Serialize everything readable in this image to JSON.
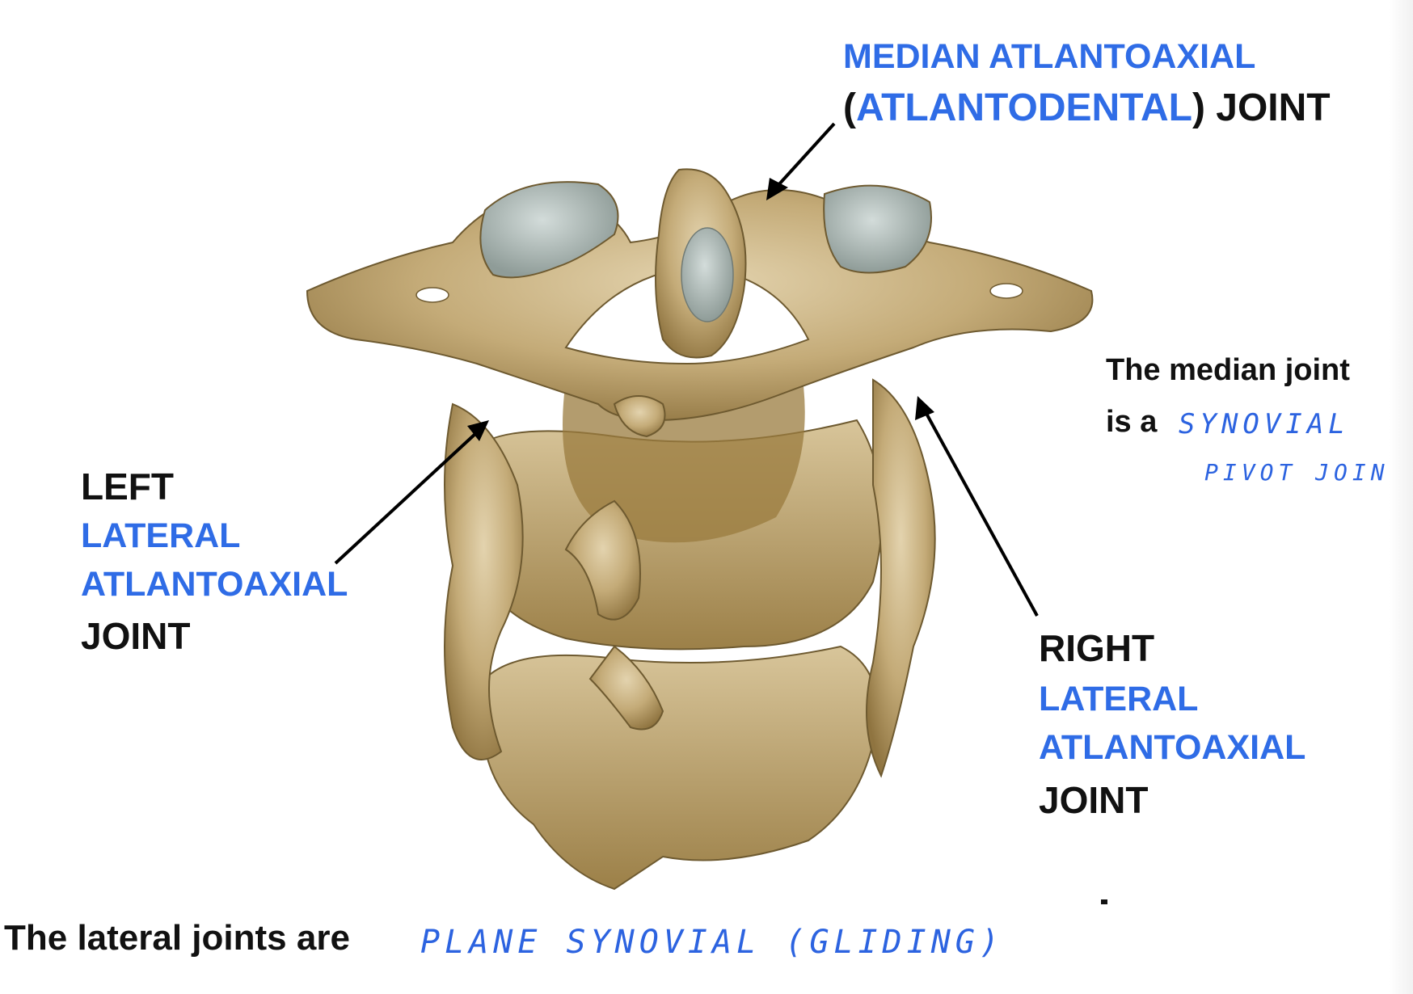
{
  "labels": {
    "median_line1": "MEDIAN ATLANTOAXIAL",
    "median_paren_open": "(",
    "median_atlantodental": "ATLANTODENTAL",
    "median_paren_close": ")",
    "median_joint": " JOINT",
    "left_word": "LEFT",
    "left_lateral": "LATERAL",
    "left_atlantoaxial": "ATLANTOAXIAL",
    "left_joint": "JOINT",
    "right_word": "RIGHT",
    "right_lateral": "LATERAL",
    "right_atlantoaxial": "ATLANTOAXIAL",
    "right_joint": "JOINT",
    "median_note_line1": "The median joint",
    "median_note_line2": "is a",
    "lateral_note": "The lateral joints are"
  },
  "handwriting": {
    "synovial": "SYNOVIAL",
    "pivot_joint": "PIVOT JOINT",
    "plane_synovial_gliding": "PLANE SYNOVIAL (GLIDING)"
  },
  "colors": {
    "label_blue": "#2f6ce6",
    "label_black": "#111111",
    "handwriting_blue": "#2c63e0",
    "bone": "#c9b48c",
    "bone_shadow": "#8a6f3c",
    "cartilage": "#b9c4c4"
  }
}
